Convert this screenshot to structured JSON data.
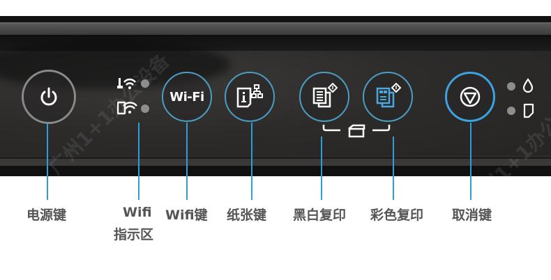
{
  "image": {
    "subject": "printer control panel",
    "watermark": "广州1+1办公设备"
  },
  "panel": {
    "buttons": [
      {
        "id": "power",
        "icon": "power-icon",
        "label": "电源键"
      },
      {
        "id": "wifi",
        "icon_text": "Wi-Fi",
        "label": "Wifi键"
      },
      {
        "id": "paper",
        "icon": "info-network-icon",
        "label": "纸张键"
      },
      {
        "id": "bw-copy",
        "icon": "bw-copy-icon",
        "label": "黑白复印"
      },
      {
        "id": "color-copy",
        "icon": "color-copy-icon",
        "label": "彩色复印"
      },
      {
        "id": "cancel",
        "icon": "stop-icon",
        "label": "取消键"
      }
    ],
    "indicators": {
      "wifi_area": {
        "label_line1": "Wifi",
        "label_line2": "指示区"
      },
      "ink_led": "ink-drop-icon",
      "paper_led": "paper-icon"
    }
  },
  "labels": {
    "power": "电源键",
    "wifi_area_line1": "Wifi",
    "wifi_area_line2": "指示区",
    "wifi_key": "Wifi键",
    "paper_key": "纸张键",
    "bw_copy": "黑白复印",
    "color_copy": "彩色复印",
    "cancel_key": "取消键"
  },
  "colors": {
    "accent_blue": "#2a9fd8",
    "panel_dark": "#2b2a29",
    "label_gray": "#555555"
  }
}
